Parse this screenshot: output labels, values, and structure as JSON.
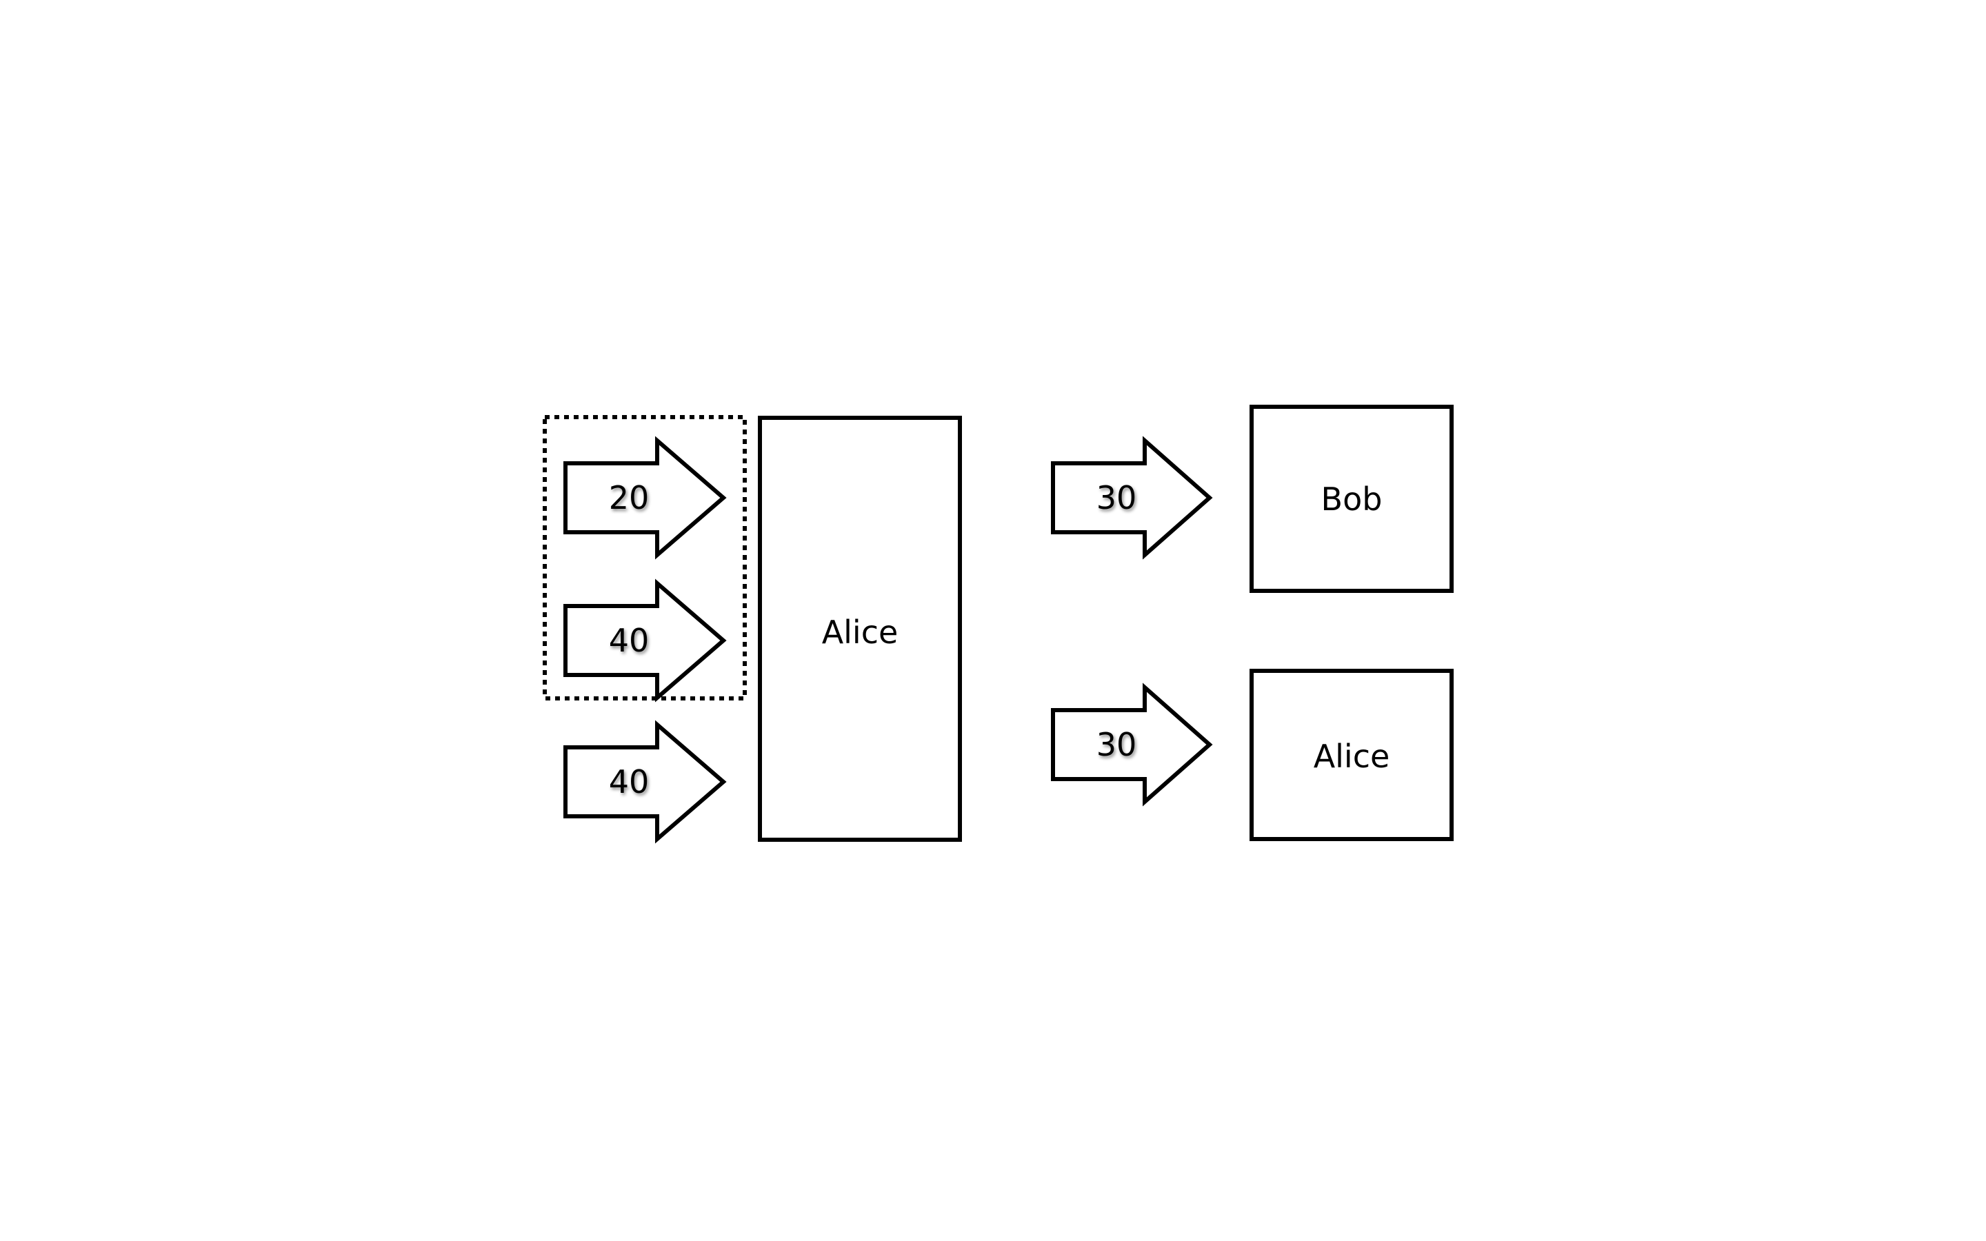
{
  "left_group": {
    "arrows": [
      {
        "label": "20"
      },
      {
        "label": "40"
      },
      {
        "label": "40"
      }
    ],
    "box_label": "Alice"
  },
  "right_group": {
    "arrows": [
      {
        "label": "30"
      },
      {
        "label": "30"
      }
    ],
    "boxes": [
      {
        "label": "Bob"
      },
      {
        "label": "Alice"
      }
    ]
  }
}
